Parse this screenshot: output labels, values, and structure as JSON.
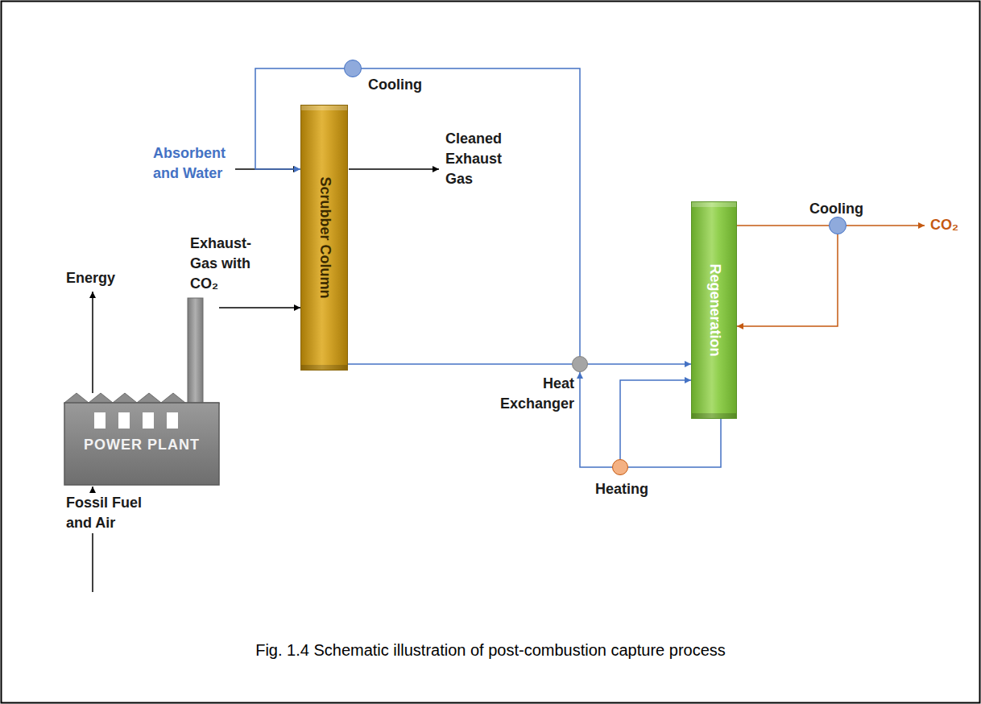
{
  "diagram": {
    "caption": "Fig. 1.4 Schematic illustration of post-combustion capture process",
    "nodes": [
      {
        "text": [
          "POWER PLANT"
        ]
      },
      {
        "text": [
          "Scrubber Column"
        ]
      },
      {
        "text": [
          "Regeneration"
        ]
      },
      {
        "text": [
          "Cooling"
        ]
      },
      {
        "text": [
          "Heat Exchanger"
        ]
      },
      {
        "text": [
          "Cooling"
        ]
      },
      {
        "text": [
          "Heating"
        ]
      }
    ],
    "edges": [
      {
        "from": 0,
        "to": 1,
        "arrow": "to",
        "label": "Exhaust-Gas with CO₂"
      },
      {
        "from": 1,
        "to": 4,
        "arrow": "none"
      },
      {
        "from": 4,
        "to": 2,
        "arrow": "to"
      },
      {
        "from": 4,
        "to": 3,
        "arrow": "none"
      },
      {
        "from": 3,
        "to": 1,
        "arrow": "to"
      },
      {
        "from": 2,
        "to": 5,
        "arrow": "none"
      },
      {
        "from": 5,
        "to": 2,
        "arrow": "to"
      },
      {
        "from": 2,
        "to": 6,
        "arrow": "none"
      },
      {
        "from": 6,
        "to": 4,
        "arrow": "to"
      },
      {
        "from": 6,
        "to": 2,
        "arrow": "to"
      }
    ],
    "labels": [
      "Absorbent and Water",
      "Cleaned Exhaust Gas",
      "Energy",
      "Fossil Fuel and Air",
      "CO₂"
    ]
  }
}
